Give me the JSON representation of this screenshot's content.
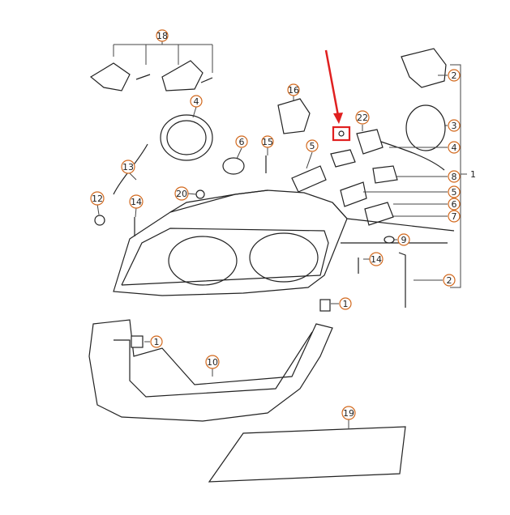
{
  "title": "",
  "callouts": {
    "c1a": "1",
    "c1b": "1",
    "c1c": "1",
    "c2a": "2",
    "c2b": "2",
    "c3": "3",
    "c4a": "4",
    "c4b": "4",
    "c5a": "5",
    "c5b": "5",
    "c6a": "6",
    "c6b": "6",
    "c7": "7",
    "c8": "8",
    "c9": "9",
    "c10": "10",
    "c12": "12",
    "c13": "13",
    "c14a": "14",
    "c14b": "14",
    "c15": "15",
    "c16": "16",
    "c18": "18",
    "c19": "19",
    "c20": "20",
    "c22": "22"
  },
  "colors": {
    "accent": "#d2691e",
    "arrow": "#e02020",
    "ink": "#222222"
  },
  "highlight": {
    "description": "",
    "color": "#e02020"
  }
}
